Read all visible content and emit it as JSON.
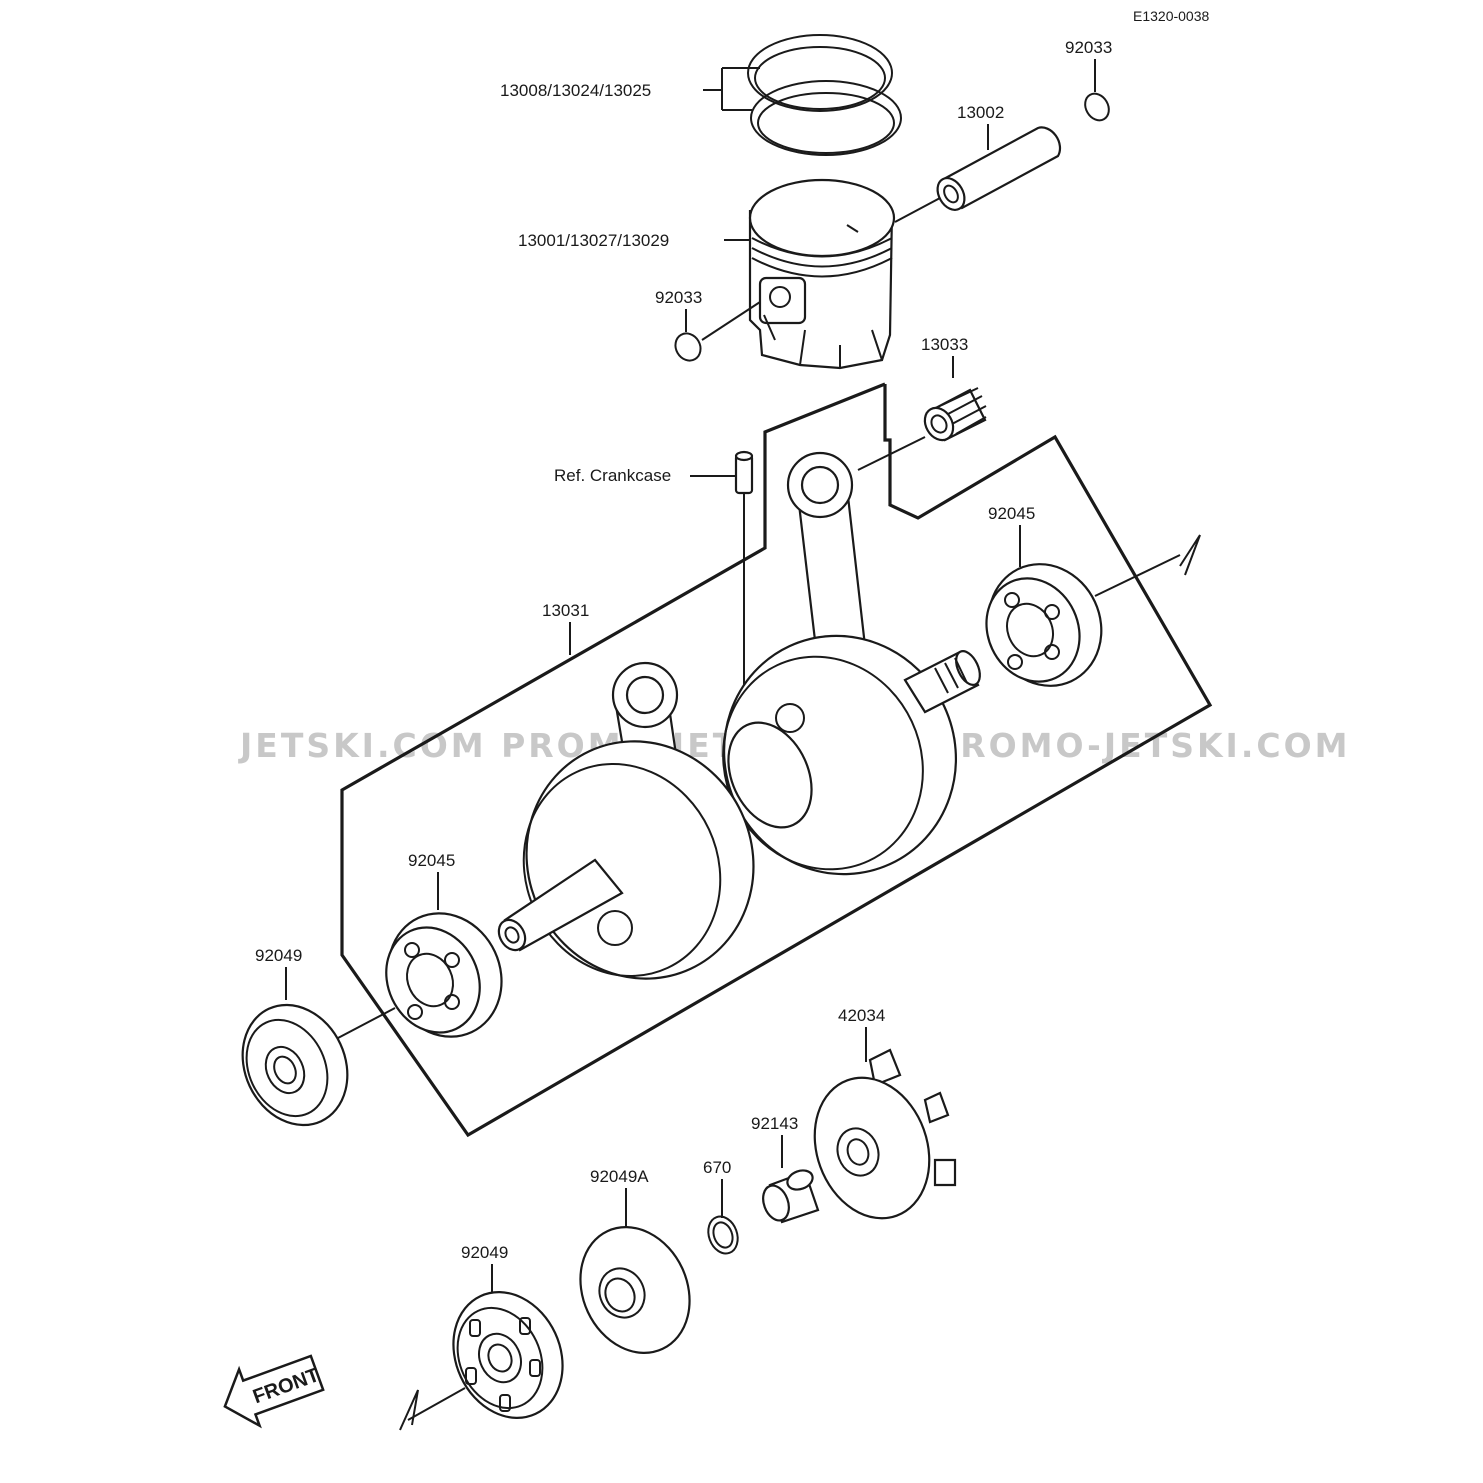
{
  "diagram_code": "E1320-0038",
  "watermark": "JETSKI.COM   PROMO-JETSKI.COM   PROMO-JETSKI.COM",
  "front_label": "FRONT",
  "parts": {
    "piston_rings": "13008/13024/13025",
    "piston_pin_clip_top": "92033",
    "piston_pin": "13002",
    "piston": "13001/13027/13029",
    "piston_pin_clip_left": "92033",
    "needle_bearing": "13033",
    "ref_crankcase": "Ref. Crankcase",
    "bearing_right": "92045",
    "crankshaft": "13031",
    "bearing_left": "92045",
    "oil_seal_left": "92049",
    "coupling": "42034",
    "collar": "92143",
    "o_ring": "670",
    "oil_seal_a": "92049A",
    "oil_seal_bottom": "92049"
  }
}
